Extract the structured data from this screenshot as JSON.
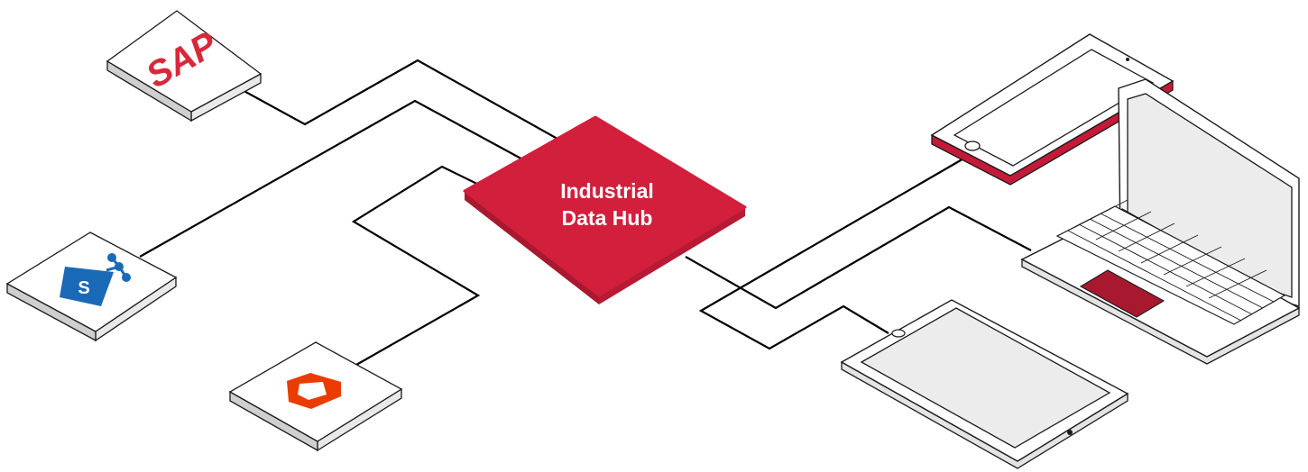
{
  "hub": {
    "title_line1": "Industrial",
    "title_line2": "Data Hub"
  },
  "sources": [
    {
      "name": "SAP",
      "logo_text": "SAP",
      "icon": "sap-logo"
    },
    {
      "name": "SharePoint",
      "logo_text": "S",
      "icon": "sharepoint-icon"
    },
    {
      "name": "Microsoft Office",
      "logo_text": "",
      "icon": "office-icon"
    }
  ],
  "devices": [
    {
      "name": "Tablet (landscape, red frame)",
      "icon": "tablet-red-icon"
    },
    {
      "name": "Laptop",
      "icon": "laptop-icon"
    },
    {
      "name": "Tablet (white)",
      "icon": "tablet-white-icon"
    }
  ],
  "colors": {
    "hub_red": "#d21f3c",
    "hub_red_dark": "#a8182f",
    "sap_red": "#d8283a",
    "sharepoint_blue": "#1a69b7",
    "office_orange": "#eb3c00",
    "line": "#000000",
    "screen_gray": "#ececec"
  }
}
